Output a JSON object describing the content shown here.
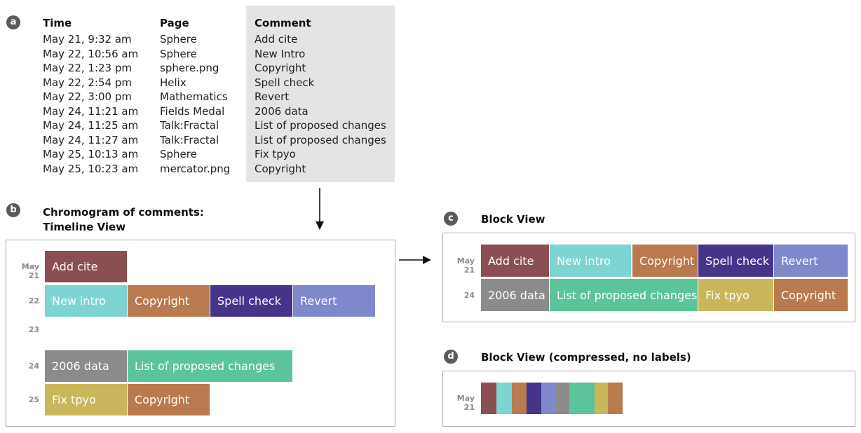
{
  "colors": {
    "maroon": "#8b4f53",
    "cyan": "#7dd4d2",
    "brown": "#b87a4e",
    "purple": "#45348a",
    "lavender": "#8088cc",
    "gray": "#8b8b8b",
    "green": "#5cc49a",
    "olive": "#c9b65b",
    "badge": "#5a5a5a"
  },
  "panel_a": {
    "badge": "a",
    "headers": {
      "time": "Time",
      "page": "Page",
      "comment": "Comment"
    },
    "rows": [
      {
        "time": "May 21, 9:32 am",
        "page": "Sphere",
        "comment": "Add cite"
      },
      {
        "time": "May 22, 10:56 am",
        "page": "Sphere",
        "comment": "New Intro"
      },
      {
        "time": "May 22, 1:23 pm",
        "page": "sphere.png",
        "comment": "Copyright"
      },
      {
        "time": "May 22, 2:54 pm",
        "page": "Helix",
        "comment": "Spell check"
      },
      {
        "time": "May 22, 3:00 pm",
        "page": "Mathematics",
        "comment": "Revert"
      },
      {
        "time": "May 24, 11:21 am",
        "page": "Fields Medal",
        "comment": "2006 data"
      },
      {
        "time": "May 24, 11:25 am",
        "page": "Talk:Fractal",
        "comment": "List of proposed changes"
      },
      {
        "time": "May 24, 11:27 am",
        "page": "Talk:Fractal",
        "comment": "List of proposed changes"
      },
      {
        "time": "May 25, 10:13 am",
        "page": "Sphere",
        "comment": "Fix tpyo"
      },
      {
        "time": "May 25, 10:23 am",
        "page": "mercator.png",
        "comment": "Copyright"
      }
    ]
  },
  "panel_b": {
    "badge": "b",
    "title_line1": "Chromogram of comments:",
    "title_line2": "Timeline View",
    "days": [
      "May 21",
      "22",
      "23",
      "24",
      "25"
    ],
    "blocks": [
      {
        "label": "Add cite",
        "color": "maroon",
        "row": 0,
        "col": 0,
        "span": 1
      },
      {
        "label": "New intro",
        "color": "cyan",
        "row": 1,
        "col": 0,
        "span": 1
      },
      {
        "label": "Copyright",
        "color": "brown",
        "row": 1,
        "col": 1,
        "span": 1
      },
      {
        "label": "Spell check",
        "color": "purple",
        "row": 1,
        "col": 2,
        "span": 1
      },
      {
        "label": "Revert",
        "color": "lavender",
        "row": 1,
        "col": 3,
        "span": 1
      },
      {
        "label": "2006 data",
        "color": "gray",
        "row": 3,
        "col": 0,
        "span": 1
      },
      {
        "label": "List of proposed changes",
        "color": "green",
        "row": 3,
        "col": 1,
        "span": 2
      },
      {
        "label": "Fix tpyo",
        "color": "olive",
        "row": 4,
        "col": 0,
        "span": 1
      },
      {
        "label": "Copyright",
        "color": "brown",
        "row": 4,
        "col": 1,
        "span": 1
      }
    ]
  },
  "panel_c": {
    "badge": "c",
    "title": "Block View",
    "rows": [
      {
        "day": "May 21",
        "blocks": [
          {
            "label": "Add cite",
            "color": "maroon"
          },
          {
            "label": "New intro",
            "color": "cyan"
          },
          {
            "label": "Copyright",
            "color": "brown"
          },
          {
            "label": "Spell check",
            "color": "purple"
          },
          {
            "label": "Revert",
            "color": "lavender"
          }
        ]
      },
      {
        "day": "24",
        "blocks": [
          {
            "label": "2006 data",
            "color": "gray"
          },
          {
            "label": "List of proposed changes",
            "color": "green"
          },
          {
            "label": "Fix tpyo",
            "color": "olive"
          },
          {
            "label": "Copyright",
            "color": "brown"
          }
        ]
      }
    ]
  },
  "panel_d": {
    "badge": "d",
    "title": "Block View (compressed, no labels)",
    "day": "May 21",
    "bars": [
      "maroon",
      "cyan",
      "brown",
      "purple",
      "lavender",
      "gray",
      "green",
      "green",
      "olive",
      "brown"
    ]
  }
}
